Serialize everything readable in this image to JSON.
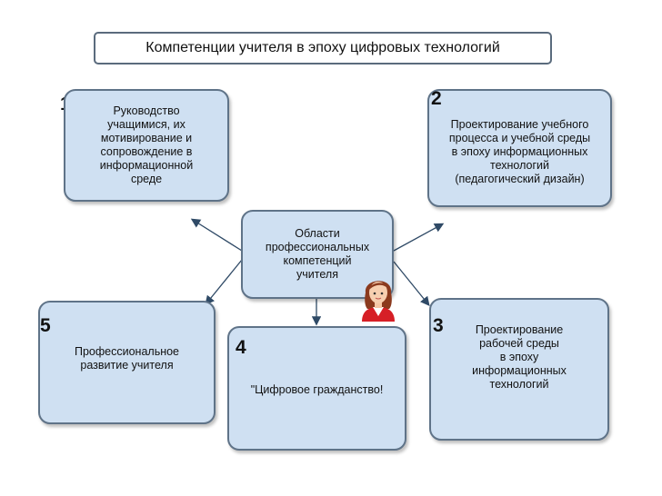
{
  "title": "Компетенции учителя в эпоху цифровых технологий",
  "center": {
    "lines": [
      "Области",
      "профессиональных",
      "компетенций",
      "учителя"
    ]
  },
  "nodes": [
    {
      "number": "1",
      "lines": [
        "Руководство",
        "учащимися, их",
        "мотивирование и",
        "сопровождение в",
        "информационной",
        "среде"
      ]
    },
    {
      "number": "2",
      "lines": [
        "Проектирование учебного",
        "процесса и учебной среды",
        "в эпоху информационных",
        "технологий",
        "(педагогический дизайн)"
      ]
    },
    {
      "number": "3",
      "lines": [
        "Проектирование",
        "рабочей среды",
        "в эпоху",
        "информационных",
        "технологий"
      ]
    },
    {
      "number": "4",
      "lines": [
        "\"Цифровое гражданство!"
      ]
    },
    {
      "number": "5",
      "lines": [
        "Профессиональное",
        "развитие учителя"
      ]
    }
  ],
  "colors": {
    "node_fill": "#cfe0f2",
    "node_border": "#5f7388",
    "arrow": "#2f4a66"
  },
  "icons": [
    "teacher-avatar-icon"
  ]
}
